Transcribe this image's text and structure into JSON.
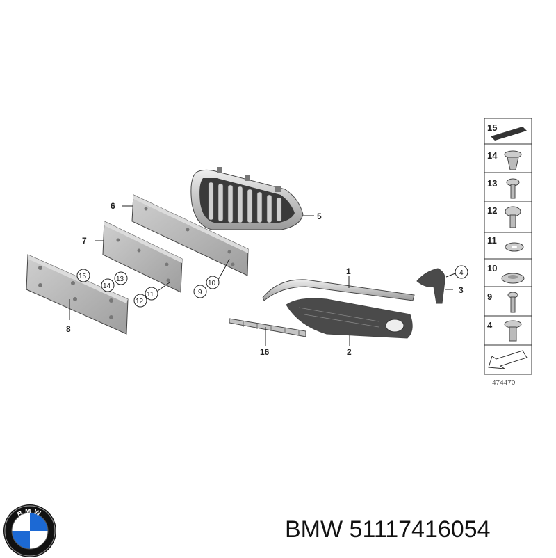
{
  "diagram_number": "474470",
  "brand": "BMW",
  "part_number": "51117416054",
  "logo_text": "BMW",
  "part_labels": [
    "1",
    "2",
    "3",
    "4",
    "5",
    "6",
    "7",
    "8",
    "9",
    "10",
    "11",
    "12",
    "13",
    "14",
    "15",
    "16"
  ],
  "colors": {
    "part_fill": "#b9b9b9",
    "part_dark": "#555555",
    "logo_blue": "#1c69d4",
    "logo_ring": "#111111"
  }
}
